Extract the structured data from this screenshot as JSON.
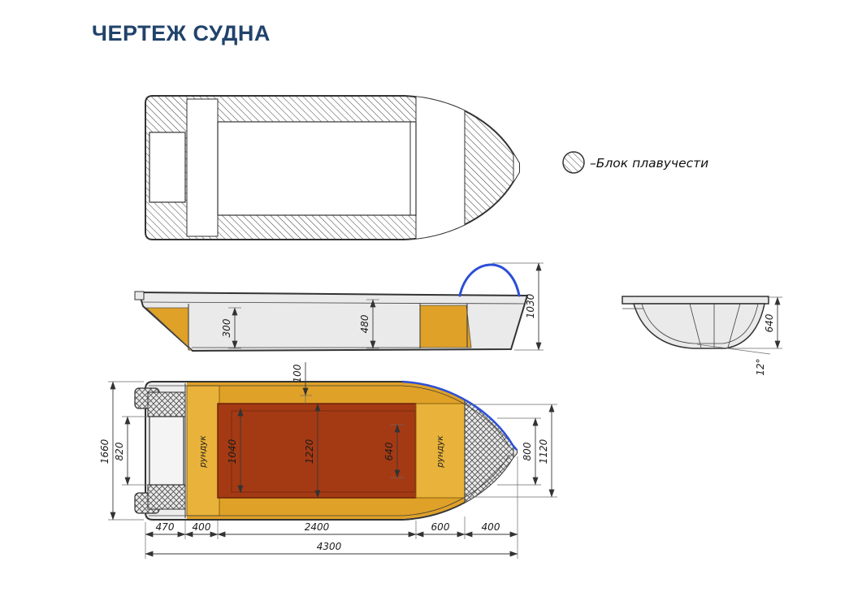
{
  "title": "ЧЕРТЕЖ СУДНА",
  "legend": {
    "label": "–Блок плавучести"
  },
  "colors": {
    "title_navy": "#21436b",
    "accent_blue": "#2b4fd7",
    "deck_orange": "#dfa127",
    "locker_amber": "#e9b23a",
    "cockpit_red": "#a43a14",
    "hull_gray": "#ebebeb",
    "line_dark": "#333333"
  },
  "side_view": {
    "dim_depth_1": "300",
    "dim_depth_2": "480",
    "dim_height": "1030"
  },
  "transom_view": {
    "dim_height": "640",
    "dim_angle": "12°"
  },
  "plan_view": {
    "locker_aft": "рундук",
    "locker_fwd": "рундук",
    "dim_beam_total": "1660",
    "dim_motorwell": "820",
    "dim_cockpit_aft": "1040",
    "dim_cockpit_mid": "1220",
    "dim_cockpit_fwd": "640",
    "dim_bow_1": "800",
    "dim_bow_2": "1120",
    "dim_gunwale": "100"
  },
  "length_chain": {
    "seg1": "470",
    "seg2": "400",
    "seg3": "2400",
    "seg4": "600",
    "seg5": "400",
    "total": "4300"
  }
}
